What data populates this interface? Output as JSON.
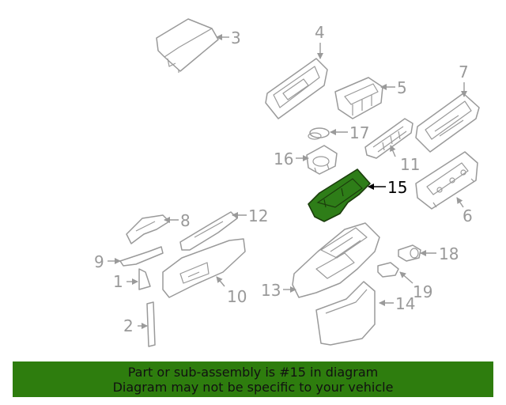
{
  "callouts": [
    "1",
    "2",
    "3",
    "4",
    "5",
    "6",
    "7",
    "8",
    "9",
    "10",
    "11",
    "12",
    "13",
    "14",
    "15",
    "16",
    "17",
    "18",
    "19"
  ],
  "highlighted": "15",
  "colors": {
    "highlight": "#2e7d18",
    "banner": "#2e7d0e",
    "lines": "#9a9a9a"
  },
  "banner": {
    "line1": "Part or sub-assembly is #15 in diagram",
    "line2": "Diagram may not be specific to your vehicle"
  }
}
